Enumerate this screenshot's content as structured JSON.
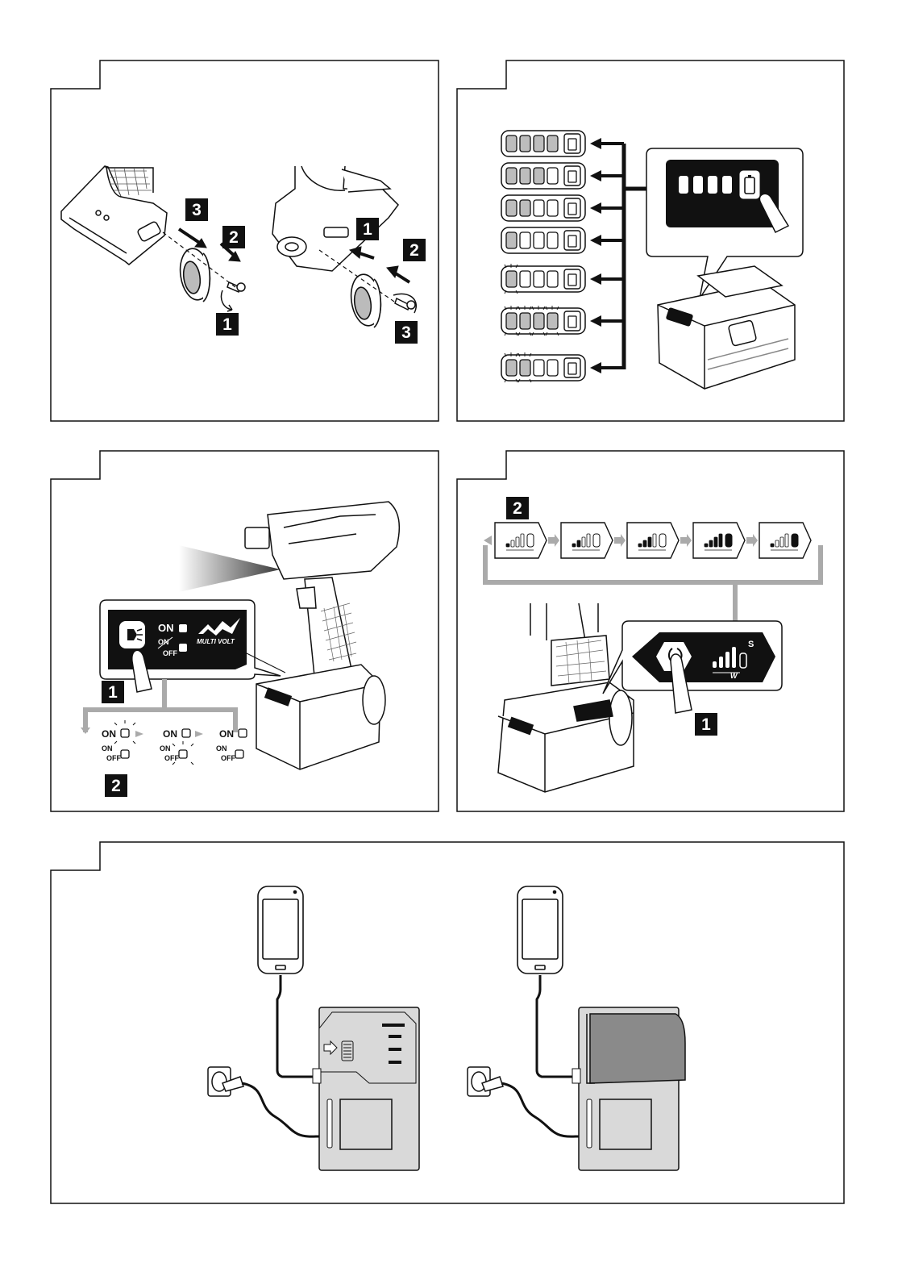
{
  "step_badges": {
    "p1_left_3": "3",
    "p1_left_2": "2",
    "p1_left_1": "1",
    "p1_right_1": "1",
    "p1_right_2": "2",
    "p1_right_3": "3",
    "p3_step1": "1",
    "p3_step2": "2",
    "p4_step2": "2",
    "p4_step1": "1"
  },
  "light_panel": {
    "on_label": "ON",
    "on_small": "ON",
    "off_small": "OFF",
    "brand": "MULTI VOLT",
    "sequence": [
      {
        "on": "ON",
        "on_small": "ON",
        "off_small": "OFF",
        "lit": "on"
      },
      {
        "on": "ON",
        "on_small": "ON",
        "off_small": "OFF",
        "lit": "onoff"
      },
      {
        "on": "ON",
        "on_small": "ON",
        "off_small": "OFF",
        "lit": "none"
      }
    ]
  },
  "mode_panel": {
    "s_label": "S",
    "w_label": "W",
    "modes": [
      "1",
      "2",
      "3",
      "4",
      "5"
    ]
  },
  "battery_gauge": {
    "levels": [
      {
        "filled": 4,
        "blink": false
      },
      {
        "filled": 3,
        "blink": false
      },
      {
        "filled": 2,
        "blink": false
      },
      {
        "filled": 1,
        "blink": false
      },
      {
        "filled": 1,
        "blink": true
      },
      {
        "filled": 4,
        "blink": true
      },
      {
        "filled": 2,
        "blink": true
      }
    ]
  },
  "icons": [
    "battery-icon",
    "finger-icon",
    "light-icon",
    "mode-icon",
    "smartphone-icon",
    "wall-socket-icon",
    "charger-icon",
    "screw-icon",
    "grip-ring-icon"
  ]
}
